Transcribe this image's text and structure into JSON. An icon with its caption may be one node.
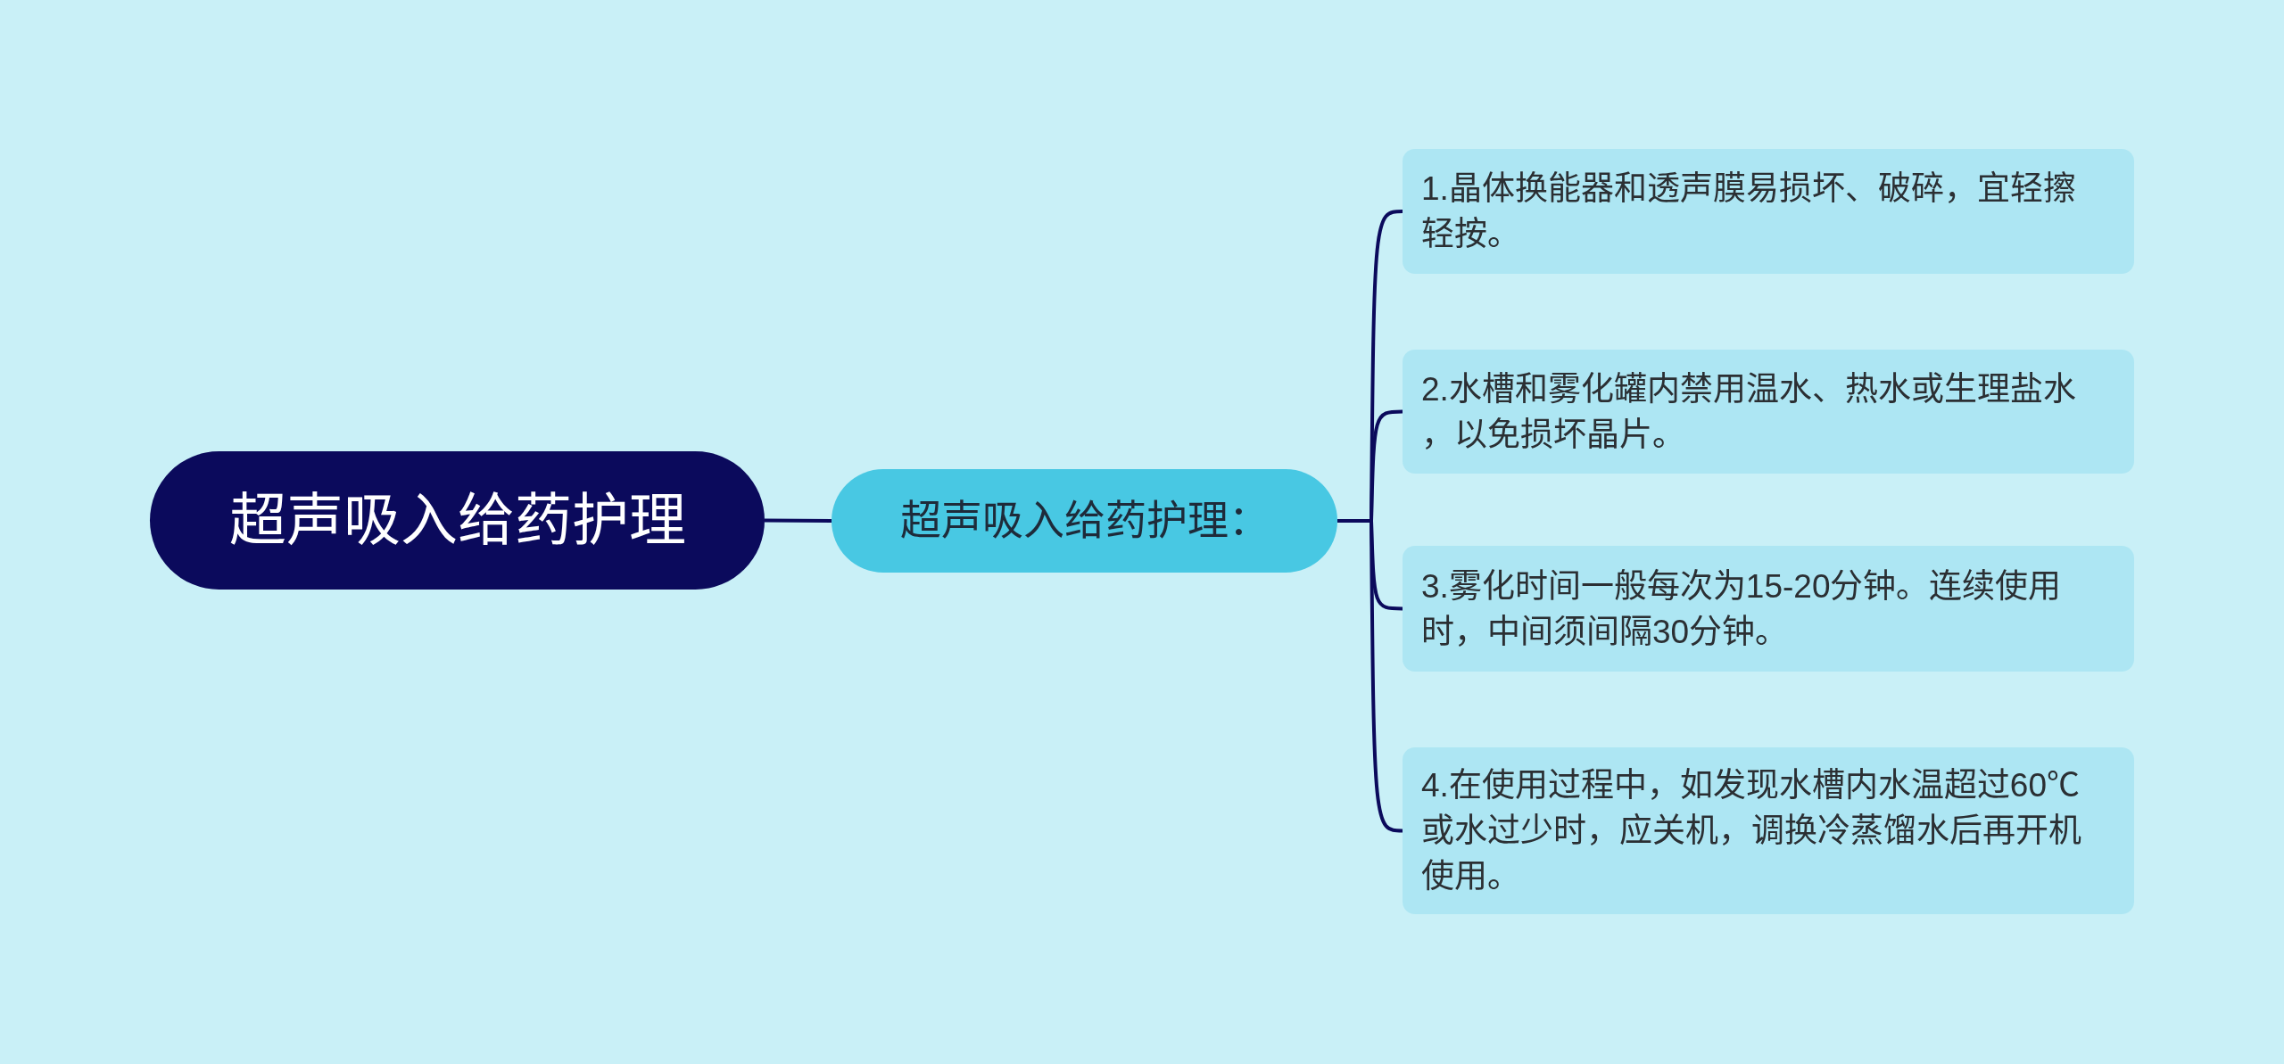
{
  "diagram": {
    "nodes": [
      {
        "text": [
          "超声吸入给药护理"
        ]
      },
      {
        "text": [
          "超声吸入给药护理："
        ]
      },
      {
        "text": [
          "1.晶体换能器和透声膜易损坏、破碎，宜轻擦轻按。"
        ]
      },
      {
        "text": [
          "2.水槽和雾化罐内禁用温水、热水或生理盐水，以免损坏晶片。"
        ]
      },
      {
        "text": [
          "3.雾化时间一般每次为15-20分钟。连续使用时，中间须间隔30分钟。"
        ]
      },
      {
        "text": [
          "4.在使用过程中，如发现水槽内水温超过60℃或水过少时，应关机，调换冷蒸馏水后再开机使用。"
        ]
      }
    ],
    "edges": [
      {
        "from": 0,
        "to": 1,
        "arrow": "none"
      },
      {
        "from": 1,
        "to": 2,
        "arrow": "none"
      },
      {
        "from": 1,
        "to": 3,
        "arrow": "none"
      },
      {
        "from": 1,
        "to": 4,
        "arrow": "none"
      },
      {
        "from": 1,
        "to": 5,
        "arrow": "none"
      }
    ]
  }
}
